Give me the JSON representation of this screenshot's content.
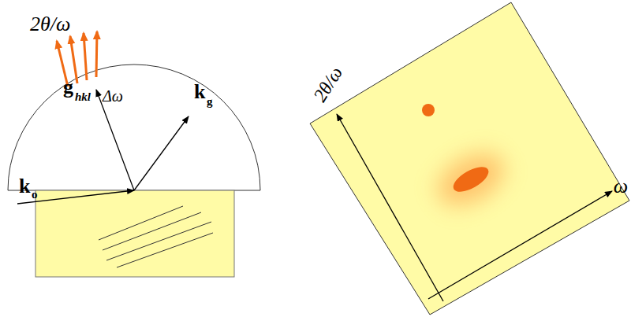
{
  "diagram": {
    "labels": [
      "2θ/ω",
      "g",
      "hkl",
      "Δω",
      "k",
      "g",
      "k",
      "o",
      "2θ/ω",
      "ω"
    ]
  }
}
